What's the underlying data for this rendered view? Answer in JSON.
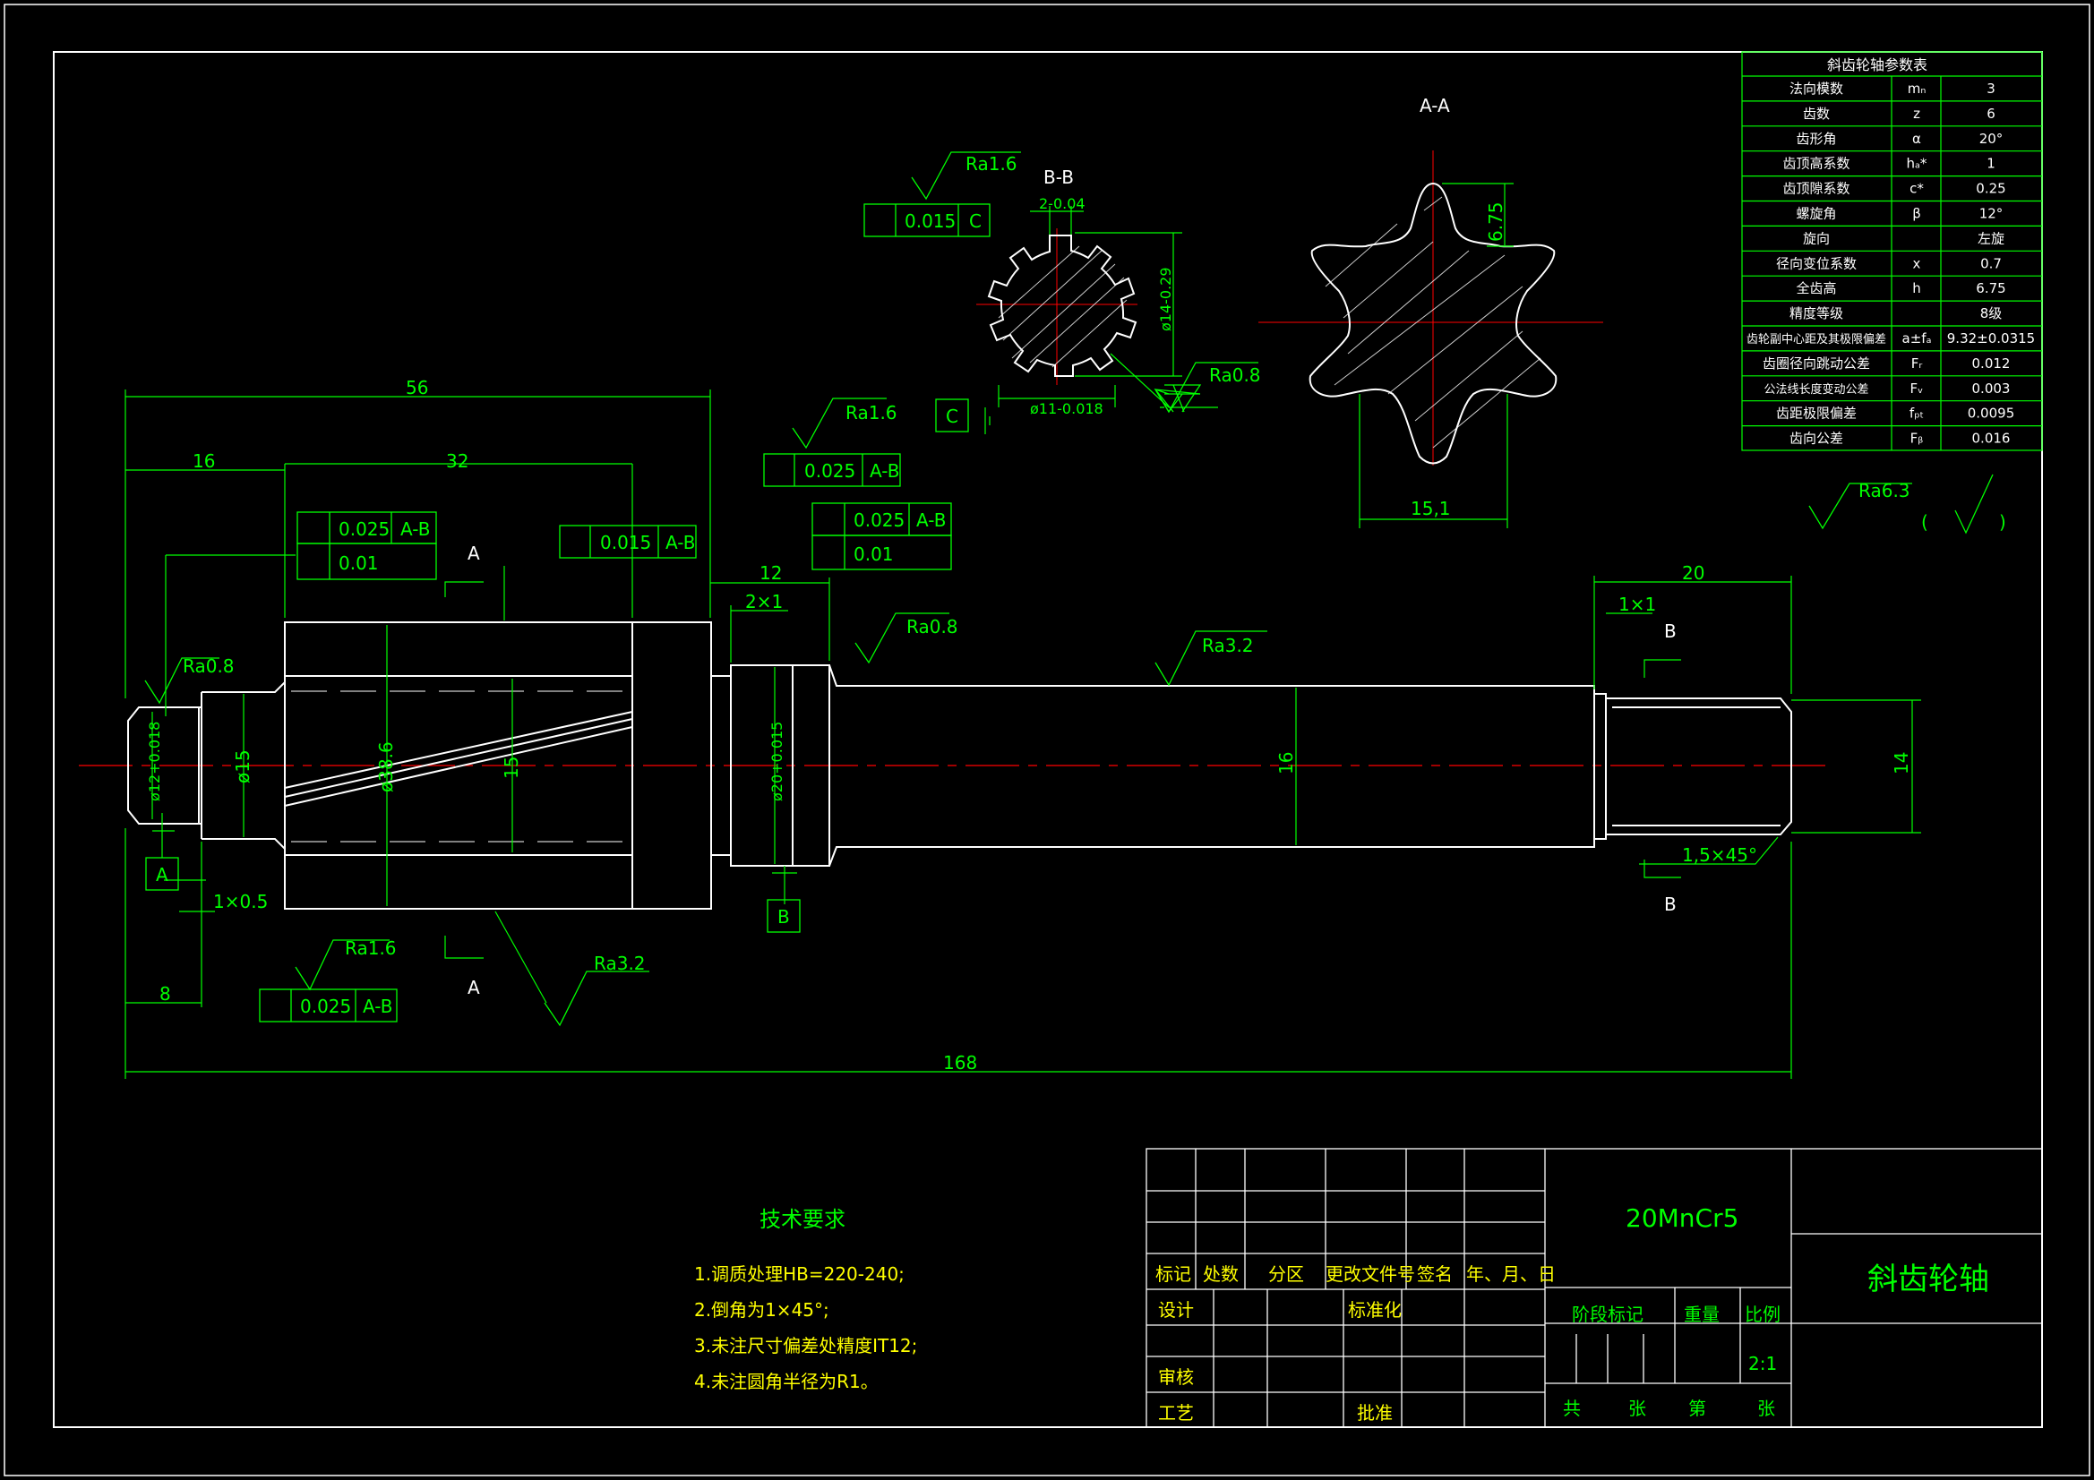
{
  "colors": {
    "background": "#000000",
    "outline": "#ffffff",
    "dimension": "#00ff00",
    "centerline": "#ff0000",
    "section_label": "#ffffff"
  },
  "gear_table": {
    "title": "斜齿轮轴参数表",
    "rows": [
      [
        "法向模数",
        "mₙ",
        "3"
      ],
      [
        "齿数",
        "z",
        "6"
      ],
      [
        "齿形角",
        "α",
        "20°"
      ],
      [
        "齿顶高系数",
        "hₐ*",
        "1"
      ],
      [
        "齿顶隙系数",
        "c*",
        "0.25"
      ],
      [
        "螺旋角",
        "β",
        "12°"
      ],
      [
        "旋向",
        "",
        "左旋"
      ],
      [
        "径向变位系数",
        "x",
        "0.7"
      ],
      [
        "全齿高",
        "h",
        "6.75"
      ],
      [
        "精度等级",
        "",
        "8级"
      ],
      [
        "齿轮副中心距及其极限偏差",
        "a±fₐ",
        "9.32±0.0315"
      ],
      [
        "齿圈径向跳动公差",
        "Fᵣ",
        "0.012"
      ],
      [
        "公法线长度变动公差",
        "Fᵥ",
        "0.003"
      ],
      [
        "齿距极限偏差",
        "fₚₜ",
        "0.0095"
      ],
      [
        "齿向公差",
        "Fᵦ",
        "0.016"
      ]
    ]
  },
  "sections": {
    "aa": "A-A",
    "bb": "B-B",
    "a": "A",
    "b": "B"
  },
  "dims": {
    "d56": "56",
    "d16a": "16",
    "d32": "32",
    "d12": "12",
    "d20": "20",
    "d8": "8",
    "d168": "168",
    "c2x1": "2×1",
    "c1x1": "1×1",
    "c1x05": "1×0.5",
    "c15x45": "1,5×45°",
    "d_phi15": "ø15",
    "d_phi386": "ø38.6",
    "d_15": "15",
    "d_16": "16",
    "d_14": "14",
    "d_phi12": "ø12+0.018",
    "d_phi20": "ø20+0.015",
    "d_phi14": "ø14-0.29",
    "d_phi11": "ø11-0.018",
    "d_2": "2-0.04",
    "d_675": "6.75",
    "d_151": "15,1"
  },
  "roughness": {
    "r1": "Ra1.6",
    "r2": "Ra0.8",
    "r3": "Ra1.6",
    "r4": "Ra0.8",
    "r5": "Ra3.2",
    "r6": "Ra0.8",
    "r7": "Ra1.6",
    "r8": "Ra3.2",
    "r9": "Ra6.3"
  },
  "tolerances": {
    "t1_val": "0.025",
    "t1_ref": "A-B",
    "t1b_val": "0.01",
    "t2_val": "0.015",
    "t2_ref": "A-B",
    "t3_val": "0.025",
    "t3_ref": "A-B",
    "t4_val": "0.025",
    "t4_ref": "A-B",
    "t4b_val": "0.01",
    "t5_val": "0.025",
    "t5_ref": "A-B",
    "t6_val": "0.015",
    "t6_ref": "C"
  },
  "datums": {
    "a": "A",
    "b": "B",
    "c": "C"
  },
  "tech": {
    "title": "技术要求",
    "items": [
      "1.调质处理HB=220-240;",
      "2.倒角为1×45°;",
      "3.未注尺寸偏差处精度IT12;",
      "4.未注圆角半径为R1。"
    ]
  },
  "title_block": {
    "material": "20MnCr5",
    "part_name": "斜齿轮轴",
    "headers": [
      "标记",
      "处数",
      "分区",
      "更改文件号",
      "签名",
      "年、月、日"
    ],
    "design": "设计",
    "standard": "标准化",
    "review": "审核",
    "process": "工艺",
    "approve": "批准",
    "stage": "阶段标记",
    "weight": "重量",
    "scale_label": "比例",
    "scale": "2:1",
    "sheet_total": "共",
    "sheet_unit1": "张",
    "sheet_no": "第",
    "sheet_unit2": "张"
  }
}
